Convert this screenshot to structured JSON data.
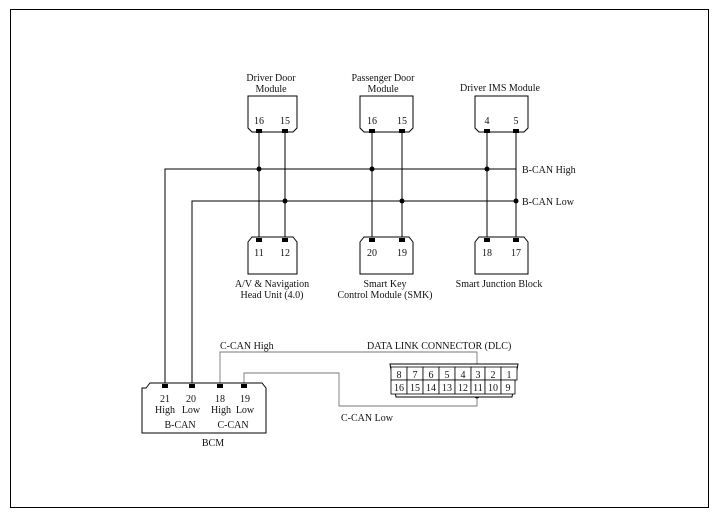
{
  "frame_color": "#000000",
  "modules": {
    "driver_door": {
      "title_line1": "Driver Door",
      "title_line2": "Module",
      "pin_a": "16",
      "pin_b": "15"
    },
    "passenger_door": {
      "title_line1": "Passenger Door",
      "title_line2": "Module",
      "pin_a": "16",
      "pin_b": "15"
    },
    "driver_ims": {
      "title": "Driver IMS Module",
      "pin_a": "4",
      "pin_b": "5"
    },
    "av_nav": {
      "pin_a": "11",
      "pin_b": "12",
      "label_line1": "A/V & Navigation",
      "label_line2": "Head Unit (4.0)"
    },
    "smk": {
      "pin_a": "20",
      "pin_b": "19",
      "label_line1": "Smart Key",
      "label_line2": "Control Module  (SMK)"
    },
    "sjb": {
      "pin_a": "18",
      "pin_b": "17",
      "label": "Smart Junction Block"
    }
  },
  "bus_labels": {
    "bcan_high": "B-CAN High",
    "bcan_low": "B-CAN Low",
    "ccan_high": "C-CAN High",
    "ccan_low": "C-CAN Low"
  },
  "bcm": {
    "pins": [
      {
        "num": "21",
        "sig": "High"
      },
      {
        "num": "20",
        "sig": "Low"
      },
      {
        "num": "18",
        "sig": "High"
      },
      {
        "num": "19",
        "sig": "Low"
      }
    ],
    "group_left": "B-CAN",
    "group_right": "C-CAN",
    "label": "BCM"
  },
  "dlc": {
    "title": "DATA LINK CONNECTOR (DLC)",
    "top_row": [
      "8",
      "7",
      "6",
      "5",
      "4",
      "3",
      "2",
      "1"
    ],
    "bottom_row": [
      "16",
      "15",
      "14",
      "13",
      "12",
      "11",
      "10",
      "9"
    ]
  }
}
